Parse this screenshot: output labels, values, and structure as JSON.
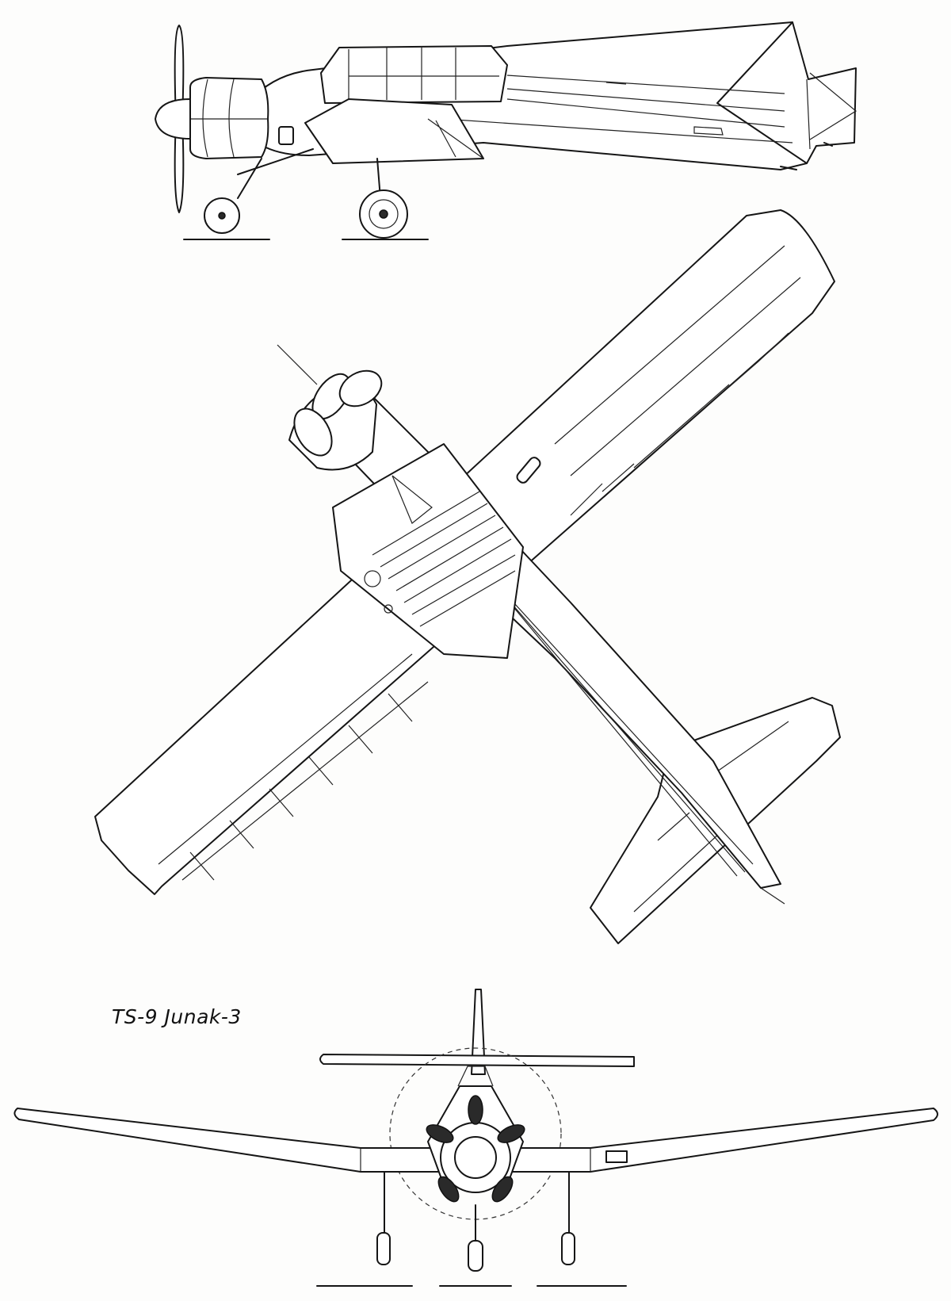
{
  "drawing": {
    "caption": "TS-9 Junak-3",
    "views": [
      "side-view",
      "top-view",
      "front-view"
    ]
  }
}
